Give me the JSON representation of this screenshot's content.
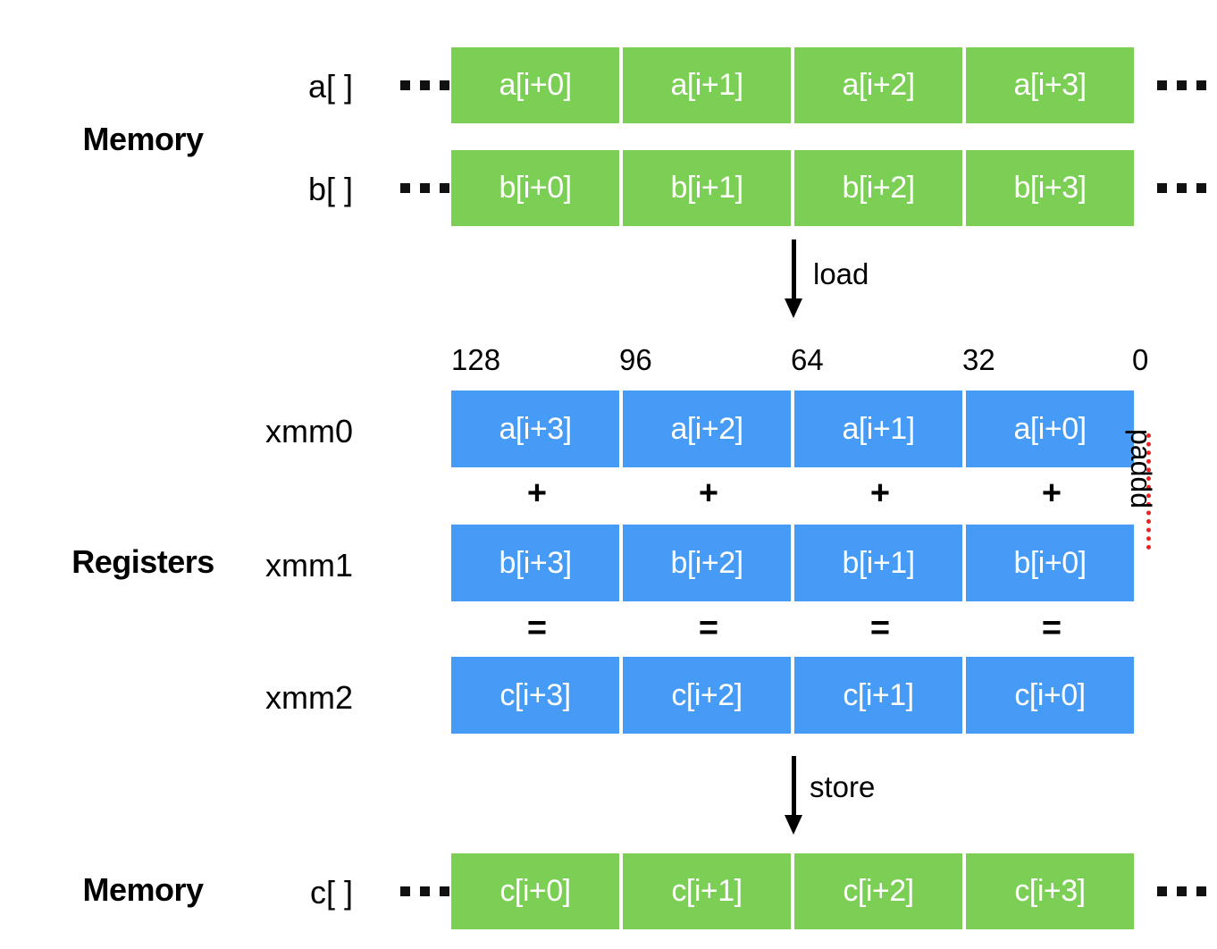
{
  "diagram": {
    "title_not_shown": "",
    "colors": {
      "memory_cell": "#7bcf55",
      "register_cell": "#459bf6",
      "paddd_line": "#ee2222",
      "text_on_cell": "#ffffff",
      "text": "#000000",
      "background": "#ffffff"
    }
  },
  "groups": {
    "memory_top": "Memory",
    "registers": "Registers",
    "memory_bottom": "Memory"
  },
  "memory_top": {
    "rows": [
      {
        "label": "a[ ]",
        "left_ellipsis": "...",
        "right_ellipsis": "...",
        "cells": [
          "a[i+0]",
          "a[i+1]",
          "a[i+2]",
          "a[i+3]"
        ]
      },
      {
        "label": "b[ ]",
        "left_ellipsis": "...",
        "right_ellipsis": "...",
        "cells": [
          "b[i+0]",
          "b[i+1]",
          "b[i+2]",
          "b[i+3]"
        ]
      }
    ]
  },
  "load_arrow": {
    "label": "load"
  },
  "store_arrow": {
    "label": "store"
  },
  "bit_ruler": {
    "ticks": [
      "128",
      "96",
      "64",
      "32",
      "0"
    ]
  },
  "registers": {
    "rows": [
      {
        "label": "xmm0",
        "cells": [
          "a[i+3]",
          "a[i+2]",
          "a[i+1]",
          "a[i+0]"
        ]
      },
      {
        "label": "xmm1",
        "cells": [
          "b[i+3]",
          "b[i+2]",
          "b[i+1]",
          "b[i+0]"
        ]
      },
      {
        "label": "xmm2",
        "cells": [
          "c[i+3]",
          "c[i+2]",
          "c[i+1]",
          "c[i+0]"
        ]
      }
    ],
    "plus_row": [
      "+",
      "+",
      "+",
      "+"
    ],
    "equals_row": [
      "=",
      "=",
      "=",
      "="
    ],
    "instruction": "paddd"
  },
  "memory_bottom": {
    "rows": [
      {
        "label": "c[ ]",
        "left_ellipsis": "...",
        "right_ellipsis": "...",
        "cells": [
          "c[i+0]",
          "c[i+1]",
          "c[i+2]",
          "c[i+3]"
        ]
      }
    ]
  }
}
